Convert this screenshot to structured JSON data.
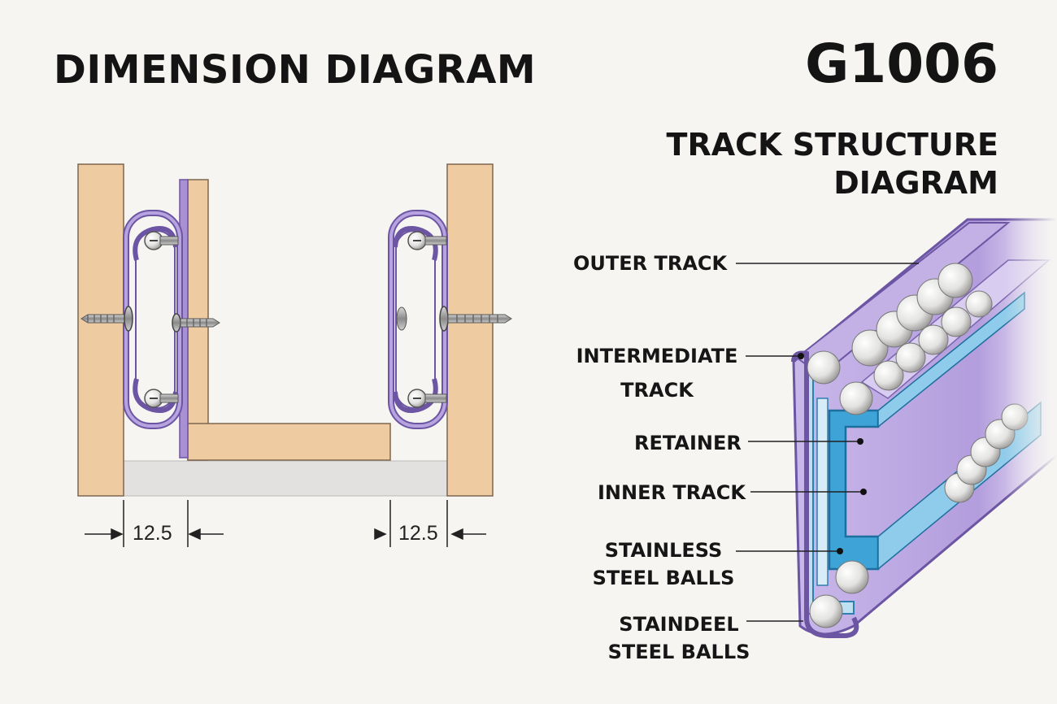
{
  "header": {
    "title": "DIMENSION DIAGRAM",
    "model": "G1006",
    "subtitle_line1": "TRACK STRUCTURE",
    "subtitle_line2": "DIAGRAM"
  },
  "dimensions": {
    "left_gap": "12.5",
    "right_gap": "12.5"
  },
  "track_labels": {
    "outer_track": "OUTER TRACK",
    "intermediate_line1": "INTERMEDIATE",
    "intermediate_line2": "TRACK",
    "retainer": "RETAINER",
    "inner_track": "INNER TRACK",
    "balls_1_line1": "STAINLESS",
    "balls_1_line2": "STEEL BALLS",
    "balls_2_line1": "STAINDEEL",
    "balls_2_line2": "STEEL BALLS"
  },
  "colors": {
    "wood": "#eecba1",
    "wood_edge": "#7d6650",
    "rail": "#a890d2",
    "rail_edge": "#6c55a3",
    "inner_rail": "#3ea4d8",
    "shadow": "#e2e1e0",
    "ball": "#e4e4e2"
  }
}
